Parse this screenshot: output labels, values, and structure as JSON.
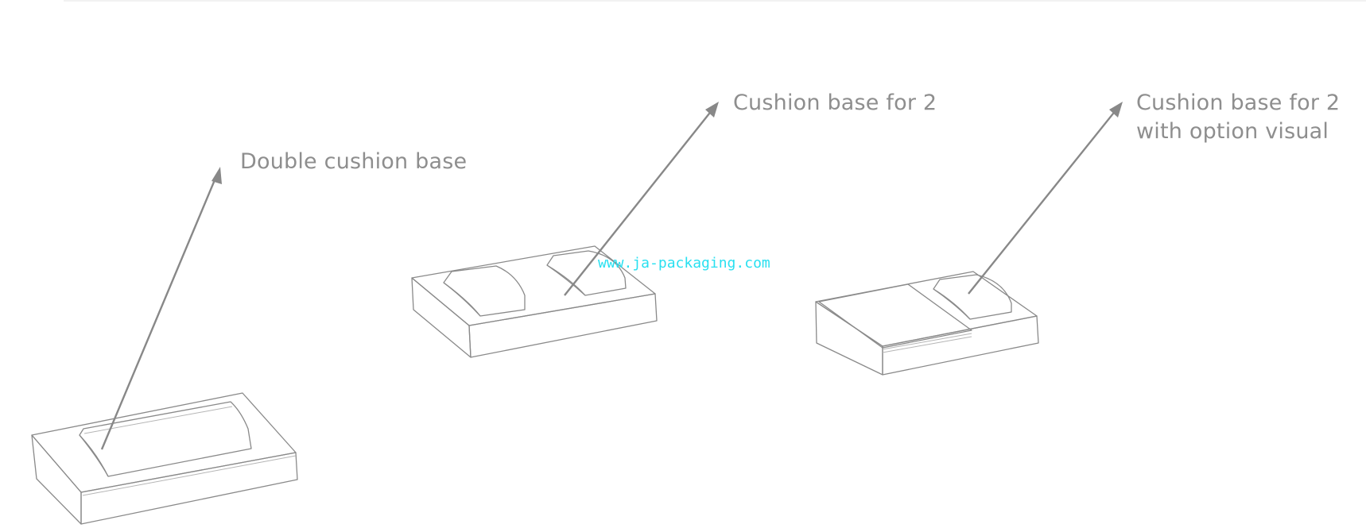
{
  "labels": {
    "double_cushion_base": "Double cushion base",
    "cushion_base_for_2": "Cushion base for 2",
    "cushion_base_for_2_option_line1": "Cushion base for 2",
    "cushion_base_for_2_option_line2": "with option visual"
  },
  "watermark": "www.ja-packaging.com",
  "colors": {
    "label_text": "#8e8e8e",
    "line_art": "#8a8a8a",
    "arrow": "#888888",
    "watermark": "#29e0f0"
  }
}
